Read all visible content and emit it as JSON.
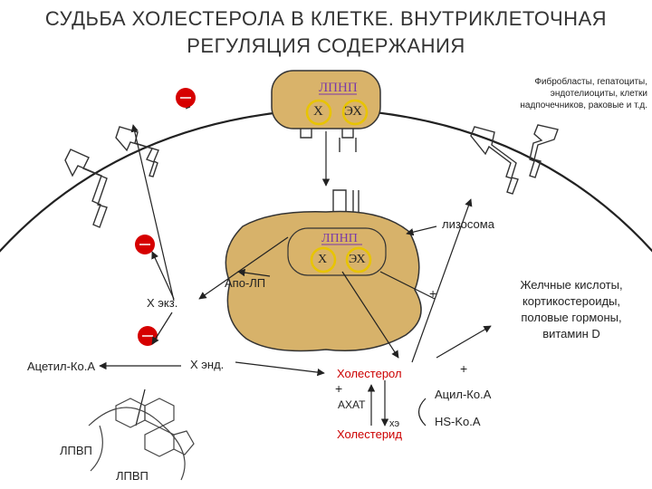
{
  "title": {
    "line1": "СУДЬБА ХОЛЕСТЕРОЛА В КЛЕТКЕ. ВНУТРИКЛЕТОЧНАЯ",
    "line2": "РЕГУЛЯЦИЯ СОДЕРЖАНИЯ"
  },
  "cell_types": {
    "line1": "Фибробласты, гепатоциты,",
    "line2": "эндотелиоциты, клетки",
    "line3": "надпочечников, раковые и т.д."
  },
  "vesicle_top": {
    "ldl": "ЛПНП",
    "x": "Х",
    "ex": "ЭХ"
  },
  "vesicle_mid": {
    "ldl": "ЛПНП",
    "x": "Х",
    "ex": "ЭХ"
  },
  "lysosome": "лизосома",
  "apo_lp": "Апо-ЛП",
  "x_exo": "Х экз.",
  "x_endo": "Х энд.",
  "acetyl_coa": "Ацетил-Ко.А",
  "cholesterol": "Холестерол",
  "acat": "АХАТ",
  "che": "хэ",
  "cholesteride": "Холестерид",
  "acyl_coa": "Ацил-Ко.А",
  "hs_coa": "HS-Ko.A",
  "products": {
    "line1": "Желчные кислоты,",
    "line2": "кортикостероиды,",
    "line3": "половые гормоны,",
    "line4": "витамин D"
  },
  "hdl_1": "ЛПВП",
  "hdl_2": "ЛПВП",
  "signs": {
    "minus": "–",
    "plus": "+"
  },
  "colors": {
    "vesicle_fill": "#d9b36a",
    "lysosome_fill": "#d7b26a",
    "membrane": "#222222",
    "circle_red": "#d60000",
    "ring": "#e8c400",
    "arrow": "#222222",
    "accent_text": "#cc0000"
  }
}
